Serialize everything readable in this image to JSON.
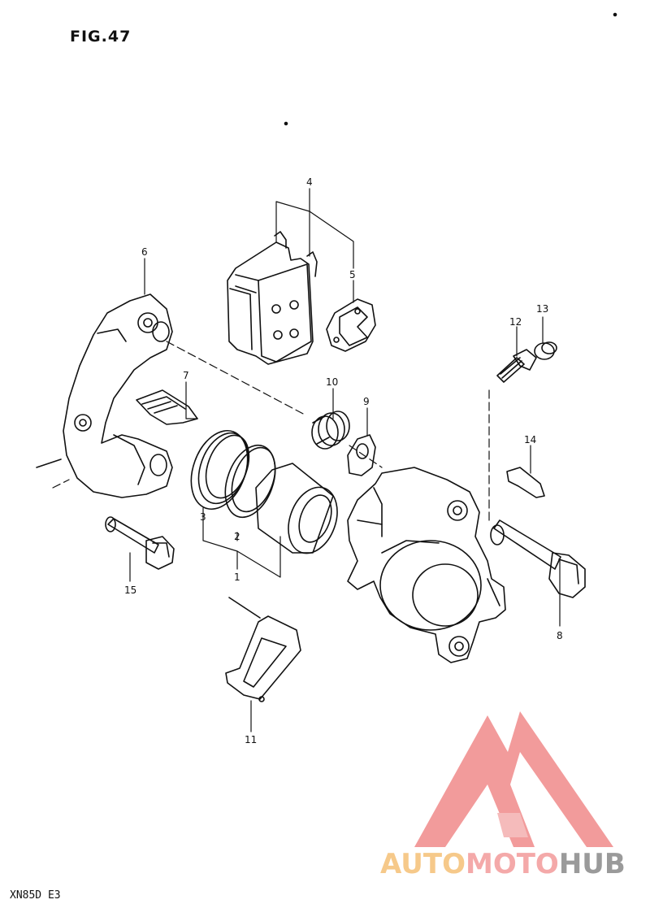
{
  "figure_title": "FIG.47",
  "model_code": "XN85D E3",
  "callouts": {
    "c1": "1",
    "c2": "2",
    "c3": "3",
    "c4": "4",
    "c5": "5",
    "c6": "6",
    "c7": "7",
    "c8": "8",
    "c9": "9",
    "c10": "10",
    "c11": "11",
    "c12": "12",
    "c13": "13",
    "c14": "14",
    "c15": "15"
  },
  "watermark": {
    "part_a": "AUTO",
    "part_b": "MOTO",
    "part_c": "HUB",
    "colors": {
      "auto": "#f6c98a",
      "moto": "#f4a9a9",
      "hub": "#9a9a9a",
      "logo": "#f08a8a"
    }
  }
}
